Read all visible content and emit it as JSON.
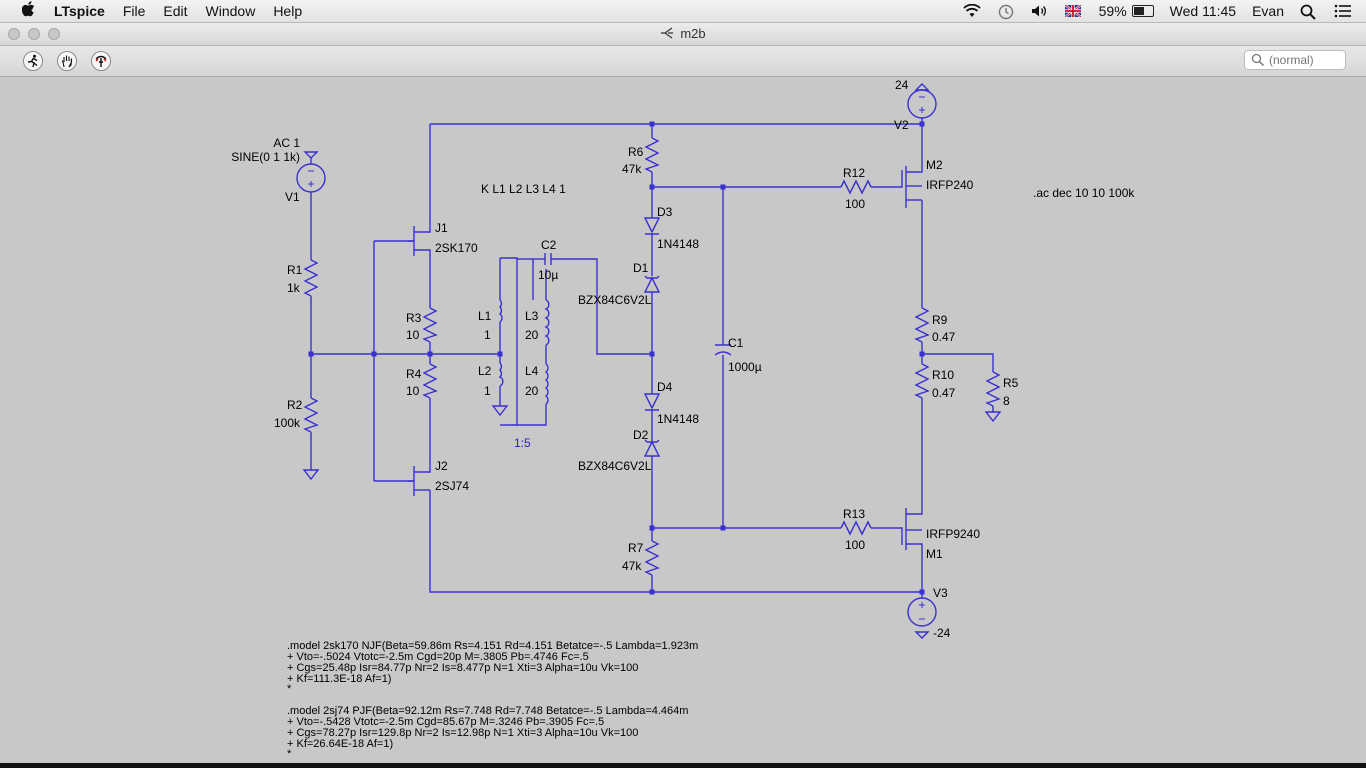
{
  "menubar": {
    "apple": "",
    "items": [
      "LTspice",
      "File",
      "Edit",
      "Window",
      "Help"
    ],
    "battery_pct": "59%",
    "battery_level": 0.59,
    "clock": "Wed 11:45",
    "user": "Evan"
  },
  "window": {
    "title": "m2b"
  },
  "toolbar": {
    "search_placeholder": "(normal)"
  },
  "schematic": {
    "v1_ac": "AC 1",
    "v1_sine": "SINE(0 1 1k)",
    "v1": "V1",
    "r1": "R1",
    "r1_val": "1k",
    "r2": "R2",
    "r2_val": "100k",
    "j1": "J1",
    "j1_model": "2SK170",
    "j2": "J2",
    "j2_model": "2SJ74",
    "r3": "R3",
    "r3_val": "10",
    "r4": "R4",
    "r4_val": "10",
    "l1": "L1",
    "l1_val": "1",
    "l2": "L2",
    "l2_val": "1",
    "l3": "L3",
    "l3_val": "20",
    "l4": "L4",
    "l4_val": "20",
    "ratio": "1:5",
    "kdir": "K L1 L2 L3 L4 1",
    "c2": "C2",
    "c2_val": "10µ",
    "r6": "R6",
    "r6_val": "47k",
    "r7": "R7",
    "r7_val": "47k",
    "d3": "D3",
    "d3_model": "1N4148",
    "d1": "D1",
    "d1_model": "BZX84C6V2L",
    "d4": "D4",
    "d4_model": "1N4148",
    "d2": "D2",
    "d2_model": "BZX84C6V2L",
    "c1": "C1",
    "c1_val": "1000µ",
    "r12": "R12",
    "r12_val": "100",
    "r13": "R13",
    "r13_val": "100",
    "m2": "M2",
    "m2_model": "IRFP240",
    "m1": "M1",
    "m1_model": "IRFP9240",
    "v2": "V2",
    "v2_val": "24",
    "v3": "V3",
    "v3_val": "-24",
    "r9": "R9",
    "r9_val": "0.47",
    "r10": "R10",
    "r10_val": "0.47",
    "r5": "R5",
    "r5_val": "8",
    "ac_cmd": ".ac dec 10 10 100k",
    "model_lines": [
      ".model 2sk170 NJF(Beta=59.86m Rs=4.151 Rd=4.151 Betatce=-.5 Lambda=1.923m",
      "+ Vto=-.5024 Vtotc=-2.5m Cgd=20p M=.3805 Pb=.4746 Fc=.5",
      "+ Cgs=25.48p Isr=84.77p Nr=2 Is=8.477p N=1 Xti=3 Alpha=10u Vk=100",
      "+ Kf=111.3E-18 Af=1)",
      "*",
      "",
      ".model 2sj74 PJF(Beta=92.12m Rs=7.748 Rd=7.748 Betatce=-.5 Lambda=4.464m",
      "+ Vto=-.5428 Vtotc=-2.5m Cgd=85.67p M=.3246 Pb=.3905 Fc=.5",
      "+ Cgs=78.27p Isr=129.8p Nr=2 Is=12.98p N=1 Xti=3 Alpha=10u Vk=100",
      "+ Kf=26.64E-18 Af=1)",
      "*"
    ]
  },
  "colors": {
    "wire": "#3a30d0",
    "canvas": "#c8c8c8"
  }
}
